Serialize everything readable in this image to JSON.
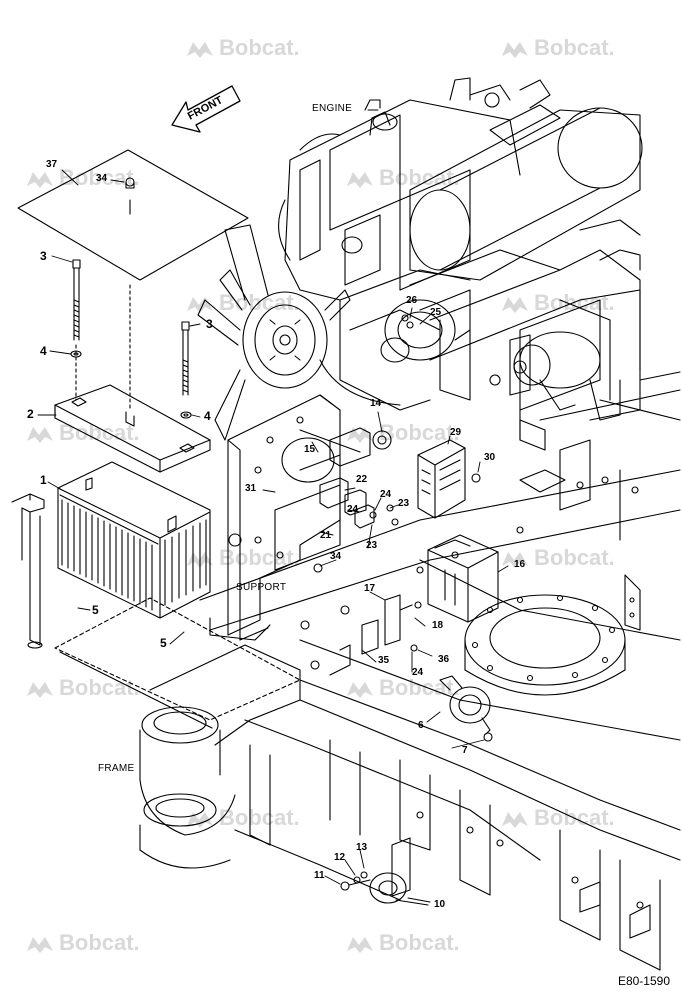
{
  "watermark_text": "Bobcat.",
  "doc_id": "E80-1590",
  "front_label": "FRONT",
  "region_labels": {
    "engine": "ENGINE",
    "support": "SUPPORT",
    "frame": "FRAME"
  },
  "callouts": {
    "c37": "37",
    "c34a": "34",
    "c3a": "3",
    "c4a": "4",
    "c2": "2",
    "c1": "1",
    "c5a": "5",
    "c5b": "5",
    "c3b": "3",
    "c4b": "4",
    "c26": "26",
    "c25": "25",
    "c14": "14",
    "c15": "15",
    "c29": "29",
    "c30": "30",
    "c31": "31",
    "c22": "22",
    "c24a": "24",
    "c23a": "23",
    "c24b": "24",
    "c21": "21",
    "c34b": "34",
    "c23b": "23",
    "c16": "16",
    "c17": "17",
    "c18": "18",
    "c35": "35",
    "c36": "36",
    "c24c": "24",
    "c6": "6",
    "c7": "7",
    "c12": "12",
    "c13": "13",
    "c11": "11",
    "c10": "10"
  }
}
